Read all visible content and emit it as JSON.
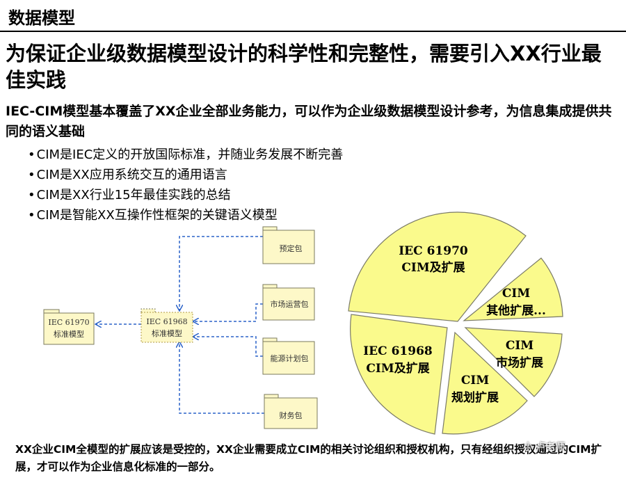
{
  "header": {
    "title": "数据模型"
  },
  "headline": "为保证企业级数据模型设计的科学性和完整性，需要引入XX行业最佳实践",
  "intro": "IEC-CIM模型基本覆盖了XX企业全部业务能力，可以作为企业级数据模型设计参考，为信息集成提供共同的语义基础",
  "bullets": [
    "CIM是IEC定义的开放国际标准，并随业务发展不断完善",
    "CIM是XX应用系统交互的通用语言",
    "CIM是XX行业15年最佳实践的总结",
    "CIM是智能XX互操作性框架的关键语义模型"
  ],
  "package_diagram": {
    "standard_1970": [
      "IEC 61970",
      "标准模型"
    ],
    "standard_1968": [
      "IEC 61968",
      "标准模型"
    ],
    "packages": [
      "预定包",
      "市场运营包",
      "能源计划包",
      "财务包"
    ],
    "colors": {
      "folder_fill": "#fdf8c8",
      "folder_stroke": "#7a7a5c",
      "arrow": "#2a62c9"
    }
  },
  "pie": {
    "slices": [
      {
        "lines": [
          "IEC 61970",
          "CIM及扩展"
        ]
      },
      {
        "lines": [
          "CIM",
          "其他扩展..."
        ]
      },
      {
        "lines": [
          "CIM",
          "市场扩展"
        ]
      },
      {
        "lines": [
          "CIM",
          "规划扩展"
        ]
      },
      {
        "lines": [
          "IEC 61968",
          "CIM及扩展"
        ]
      }
    ],
    "colors": {
      "fill": "#fafa8c",
      "stroke": "#7a7a66"
    }
  },
  "footnote": "XX企业CIM全模型的扩展应该是受控的，XX企业需要成立CIM的相关讨论组织和授权机构，只有经组织授权通过的CIM扩展，才可以作为企业信息化标准的一部分。",
  "watermark": "小 卢老师"
}
